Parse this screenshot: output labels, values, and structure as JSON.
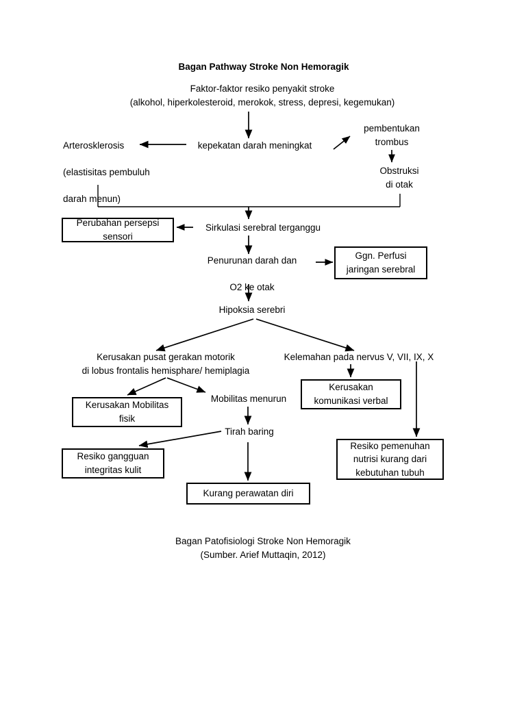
{
  "document": {
    "title": "Bagan Pathway Stroke Non Hemoragik",
    "caption": "Bagan Patofisiologi Stroke Non Hemoragik\n(Sumber. Arief Muttaqin, 2012)"
  },
  "diagram": {
    "type": "flowchart",
    "nodes": [
      {
        "id": "risk-factors",
        "label": "Faktor-faktor resiko penyakit stroke\n(alkohol, hiperkolesteroid, merokok, stress, depresi, kegemukan)",
        "shape": "plain"
      },
      {
        "id": "kepekatan-darah",
        "label": "kepekatan darah meningkat",
        "shape": "plain"
      },
      {
        "id": "aterosklerosis",
        "label": "Arterosklerosis\n\n(elastisitas pembuluh\n\ndarah menun)",
        "shape": "plain"
      },
      {
        "id": "pembentukan-trombus",
        "label": "pembentukan\ntrombus",
        "shape": "plain"
      },
      {
        "id": "obstruksi-di-otak",
        "label": "Obstruksi\ndi otak",
        "shape": "plain"
      },
      {
        "id": "perubahan-persepsi-sensori",
        "label": "Perubahan persepsi\nsensori",
        "shape": "box"
      },
      {
        "id": "sirkulasi-serebral-terganggu",
        "label": "Sirkulasi serebral terganggu",
        "shape": "plain"
      },
      {
        "id": "penurunan-darah",
        "label": "Penurunan darah dan\n\nO2 ke otak",
        "shape": "plain"
      },
      {
        "id": "ggn-perfusi",
        "label": "Ggn. Perfusi\njaringan serebral",
        "shape": "box"
      },
      {
        "id": "hipoksia-serebri",
        "label": "Hipoksia serebri",
        "shape": "plain"
      },
      {
        "id": "kerusakan-pusat-gerakan-motorik",
        "label": "Kerusakan pusat gerakan motorik\ndi lobus frontalis hemisphare/ hemiplagia",
        "shape": "plain"
      },
      {
        "id": "kelemahan-nervus",
        "label": "Kelemahan pada nervus V, VII, IX, X",
        "shape": "plain"
      },
      {
        "id": "kerusakan-mobilitas-fisik",
        "label": "Kerusakan Mobilitas\nfisik",
        "shape": "box"
      },
      {
        "id": "mobilitas-menurun",
        "label": "Mobilitas menurun",
        "shape": "plain"
      },
      {
        "id": "kerusakan-komunikasi-verbal",
        "label": "Kerusakan\nkomunikasi verbal",
        "shape": "box"
      },
      {
        "id": "tirah-baring",
        "label": "Tirah baring",
        "shape": "plain"
      },
      {
        "id": "resiko-gangguan-integritas-kulit",
        "label": "Resiko gangguan\nintegritas kulit",
        "shape": "box"
      },
      {
        "id": "resiko-pemenuhan-nutrisi",
        "label": "Resiko pemenuhan\nnutrisi kurang dari\nkebutuhan tubuh",
        "shape": "box"
      },
      {
        "id": "kurang-perawatan-diri",
        "label": "Kurang perawatan diri",
        "shape": "box"
      }
    ],
    "edges": [
      {
        "from": "risk-factors",
        "to": "kepekatan-darah"
      },
      {
        "from": "kepekatan-darah",
        "to": "aterosklerosis"
      },
      {
        "from": "kepekatan-darah",
        "to": "pembentukan-trombus"
      },
      {
        "from": "pembentukan-trombus",
        "to": "obstruksi-di-otak"
      },
      {
        "from": "aterosklerosis",
        "to": "sirkulasi-serebral-terganggu"
      },
      {
        "from": "obstruksi-di-otak",
        "to": "sirkulasi-serebral-terganggu"
      },
      {
        "from": "sirkulasi-serebral-terganggu",
        "to": "perubahan-persepsi-sensori"
      },
      {
        "from": "sirkulasi-serebral-terganggu",
        "to": "penurunan-darah"
      },
      {
        "from": "penurunan-darah",
        "to": "ggn-perfusi"
      },
      {
        "from": "penurunan-darah",
        "to": "hipoksia-serebri"
      },
      {
        "from": "hipoksia-serebri",
        "to": "kerusakan-pusat-gerakan-motorik"
      },
      {
        "from": "hipoksia-serebri",
        "to": "kelemahan-nervus"
      },
      {
        "from": "kerusakan-pusat-gerakan-motorik",
        "to": "kerusakan-mobilitas-fisik"
      },
      {
        "from": "kerusakan-pusat-gerakan-motorik",
        "to": "mobilitas-menurun"
      },
      {
        "from": "kelemahan-nervus",
        "to": "kerusakan-komunikasi-verbal"
      },
      {
        "from": "kelemahan-nervus",
        "to": "resiko-pemenuhan-nutrisi"
      },
      {
        "from": "mobilitas-menurun",
        "to": "tirah-baring"
      },
      {
        "from": "tirah-baring",
        "to": "resiko-gangguan-integritas-kulit"
      },
      {
        "from": "tirah-baring",
        "to": "kurang-perawatan-diri"
      }
    ]
  },
  "colors": {
    "ink": "#000000",
    "background": "#ffffff"
  }
}
